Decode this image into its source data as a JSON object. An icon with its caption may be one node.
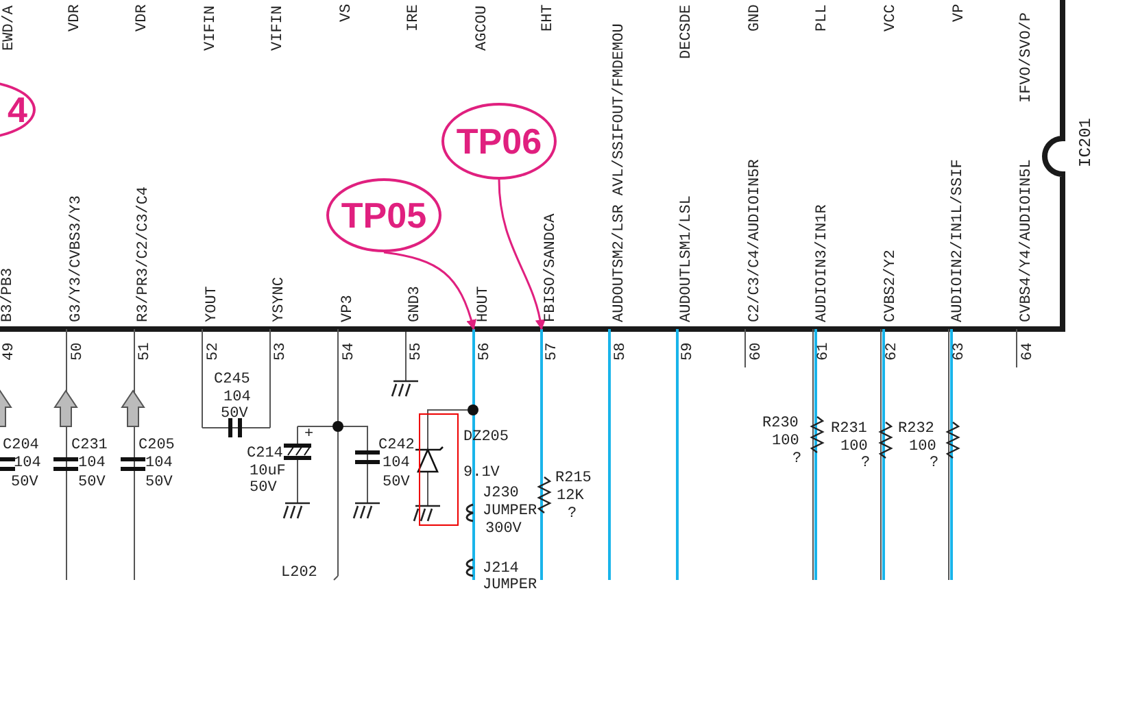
{
  "diagram": {
    "nodes": [
      {
        "text": [],
        "shape": "box",
        "beside": [
          "IC201"
        ]
      },
      {
        "text": [
          "4"
        ]
      },
      {
        "text": [
          "TP05"
        ],
        "in": 0
      },
      {
        "text": [
          "TP06"
        ],
        "in": 0
      }
    ],
    "edges": [
      {
        "from": 2,
        "to": 0,
        "arrow": "to"
      },
      {
        "from": 3,
        "to": 0,
        "arrow": "to"
      }
    ],
    "labels": [
      "EWD/A",
      "VDR",
      "VDR",
      "VIFIN",
      "VIFIN",
      "VS",
      "IRE",
      "AGCOU",
      "EHT",
      "DECSDE",
      "GND",
      "PLL",
      "VCC",
      "VP",
      "IFVO/SVO/P",
      "B3/PB3",
      "G3/Y3/CVBS3/Y3",
      "R3/PR3/C2/C3/C4",
      "YOUT",
      "YSYNC",
      "VP3",
      "GND3",
      "HOUT",
      "FBISO/SANDCA",
      "AUDOUTSM2/LSR AVL/SSIFOUT/FMDEMOU",
      "AUDOUTLSM1/LSL",
      "C2/C3/C4/AUDIOIN5R",
      "AUDIOIN3/IN1R",
      "CVBS2/Y2",
      "AUDIOIN2/IN1L/SSIF",
      "CVBS4/Y4/AUDIOIN5L",
      "49",
      "50",
      "51",
      "52",
      "53",
      "54",
      "55",
      "56",
      "57",
      "58",
      "59",
      "60",
      "61",
      "62",
      "63",
      "64",
      "C245",
      "104",
      "50V",
      "R230",
      "100",
      "?",
      "R231",
      "100",
      "?",
      "R232",
      "100",
      "?",
      "DZ205",
      "9.1V",
      "+",
      "C204",
      "104",
      "50V",
      "C231",
      "104",
      "50V",
      "C205",
      "104",
      "50V",
      "C214",
      "10uF",
      "50V",
      "C242",
      "104",
      "50V",
      "R215",
      "12K",
      "?",
      "J230",
      "JUMPER",
      "300V",
      "J214",
      "JUMPER",
      "L202"
    ]
  }
}
